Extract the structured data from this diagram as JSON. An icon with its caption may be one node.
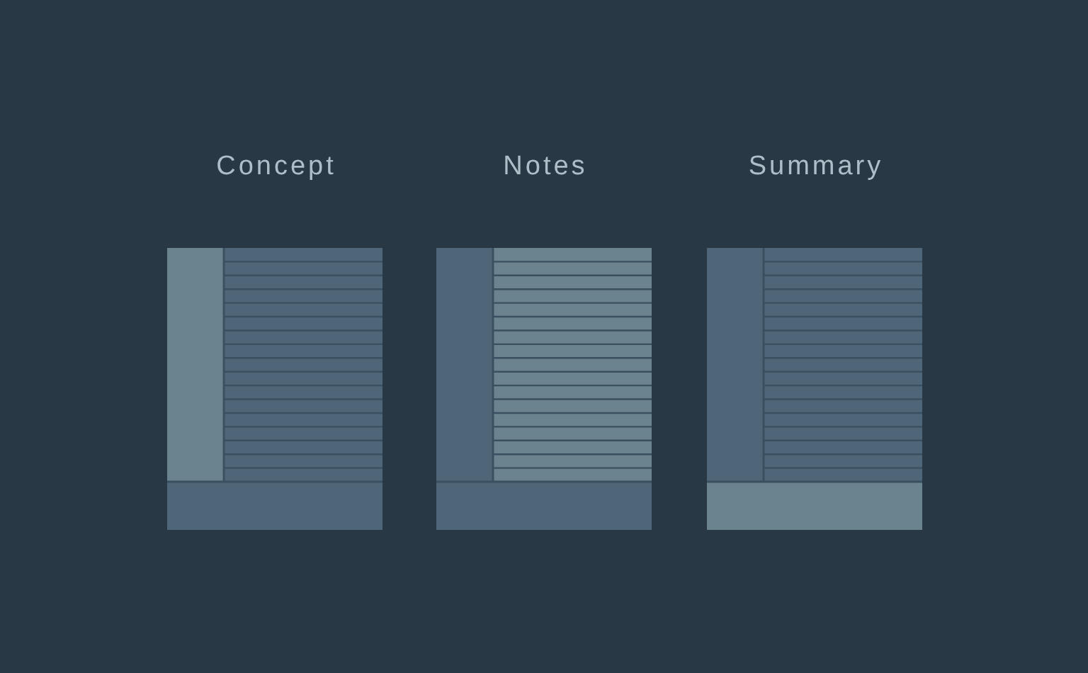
{
  "diagram": {
    "nodes": [
      {
        "text": [
          "Concept"
        ]
      },
      {
        "text": [
          "Notes"
        ]
      },
      {
        "text": [
          "Summary"
        ]
      }
    ]
  }
}
